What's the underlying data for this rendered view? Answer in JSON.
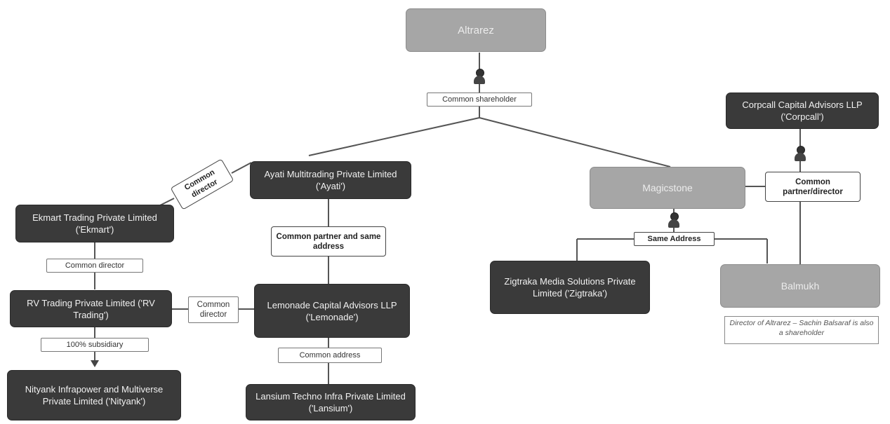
{
  "nodes": {
    "altrarez": "Altrarez",
    "corpcall": "Corpcall Capital Advisors LLP ('Corpcall')",
    "ayati": "Ayati Multitrading Private Limited ('Ayati')",
    "magicstone": "Magicstone",
    "ekmart": "Ekmart Trading Private Limited ('Ekmart')",
    "rv_trading": "RV Trading Private Limited ('RV Trading')",
    "nityank": "Nityank Infrapower and Multiverse Private Limited ('Nityank')",
    "lemonade": "Lemonade Capital Advisors LLP ('Lemonade')",
    "lansium": "Lansium Techno Infra Private Limited ('Lansium')",
    "zigtraka": "Zigtraka Media Solutions Private Limited ('Zigtraka')",
    "balmukh": "Balmukh"
  },
  "labels": {
    "common_shareholder": "Common shareholder",
    "common_director_diag": "Common director",
    "common_partner_director": "Common partner/director",
    "same_address": "Same Address",
    "common_director_ekmart": "Common director",
    "common_partner_same_address": "Common partner and same address",
    "common_director_rv": "Common director",
    "subsidiary": "100% subsidiary",
    "common_address": "Common address"
  },
  "notes": {
    "balmukh_note": "Director of Altrarez – Sachin Balsaraf is also a shareholder"
  },
  "icons": [
    "person-icon"
  ]
}
